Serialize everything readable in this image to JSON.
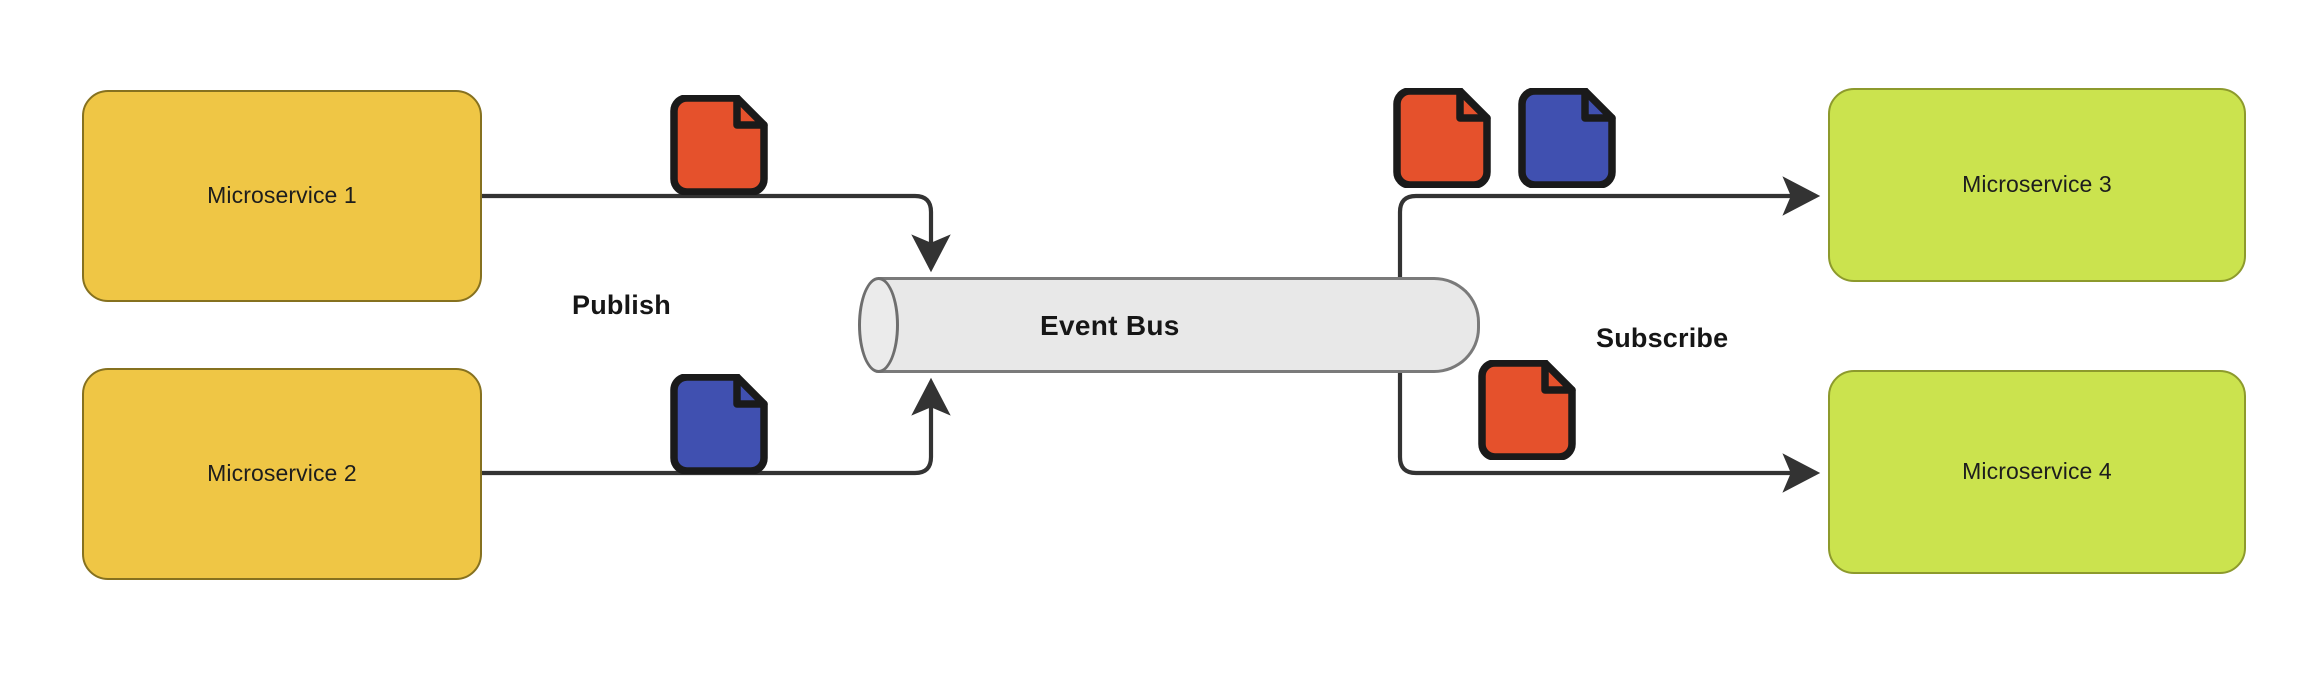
{
  "diagram": {
    "type": "event-driven-microservices",
    "background": "#ffffff",
    "title_text_visible": false
  },
  "palette": {
    "publisher_fill": "#EFC645",
    "publisher_stroke": "#86711F",
    "subscriber_fill": "#CBE34E",
    "subscriber_stroke": "#8D9A2C",
    "bus_fill": "#E8E8E8",
    "bus_stroke": "#7A7A7A",
    "doc_red": "#E5512C",
    "doc_blue": "#4050B0",
    "doc_outline": "#1A1A1A",
    "wire": "#333333",
    "text": "#1D1D1D"
  },
  "publishers": [
    {
      "id": "microservice-1",
      "label": "Microservice 1"
    },
    {
      "id": "microservice-2",
      "label": "Microservice 2"
    }
  ],
  "subscribers": [
    {
      "id": "microservice-3",
      "label": "Microservice 3"
    },
    {
      "id": "microservice-4",
      "label": "Microservice 4"
    }
  ],
  "bus": {
    "label": "Event Bus",
    "shape": "cylinder"
  },
  "edge_labels": {
    "publish": "Publish",
    "subscribe": "Subscribe"
  },
  "messages": [
    {
      "id": "publish-msg-red",
      "icon": "document-icon",
      "color": "#E5512C",
      "side": "publish"
    },
    {
      "id": "publish-msg-blue",
      "icon": "document-icon",
      "color": "#4050B0",
      "side": "publish"
    },
    {
      "id": "subscribe-msg-red-1",
      "icon": "document-icon",
      "color": "#E5512C",
      "side": "subscribe"
    },
    {
      "id": "subscribe-msg-blue-1",
      "icon": "document-icon",
      "color": "#4050B0",
      "side": "subscribe"
    },
    {
      "id": "subscribe-msg-red-2",
      "icon": "document-icon",
      "color": "#E5512C",
      "side": "subscribe"
    }
  ],
  "connections": [
    {
      "from": "microservice-1",
      "to": "event-bus",
      "label": "Publish"
    },
    {
      "from": "microservice-2",
      "to": "event-bus",
      "label": "Publish"
    },
    {
      "from": "event-bus",
      "to": "microservice-3",
      "label": "Subscribe"
    },
    {
      "from": "event-bus",
      "to": "microservice-4",
      "label": "Subscribe"
    }
  ]
}
